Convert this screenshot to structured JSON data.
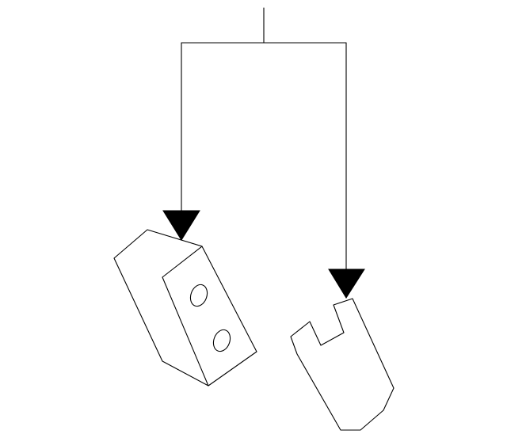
{
  "diagram": {
    "type": "parts-callout",
    "background_color": "#ffffff",
    "line_color": "#000000",
    "callouts": [
      {
        "target": "mounting-block",
        "arrow": "filled-triangle"
      },
      {
        "target": "bracket-clip",
        "arrow": "filled-triangle"
      }
    ],
    "parts": [
      {
        "name": "mounting-block",
        "holes": 2
      },
      {
        "name": "bracket-clip",
        "holes": 0
      }
    ]
  }
}
